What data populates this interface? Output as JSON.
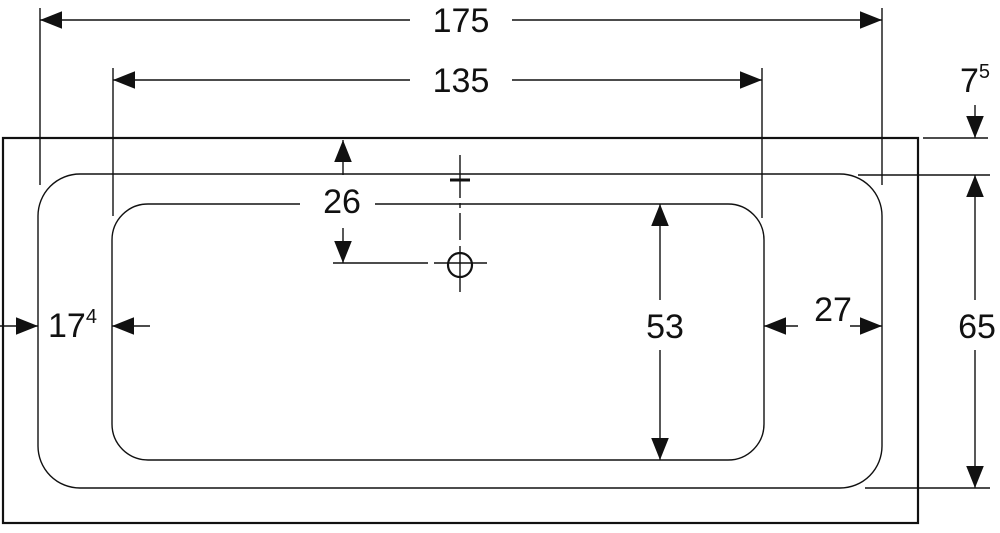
{
  "drawing": {
    "overall_length": "175",
    "inner_length": "135",
    "rim_top_main": "7",
    "rim_top_sup": "5",
    "drain_offset": "26",
    "inner_width": "53",
    "overall_width": "65",
    "left_rim_main": "17",
    "left_rim_sup": "4",
    "right_rim": "27"
  },
  "colors": {
    "line": "#111111",
    "background": "#ffffff"
  }
}
